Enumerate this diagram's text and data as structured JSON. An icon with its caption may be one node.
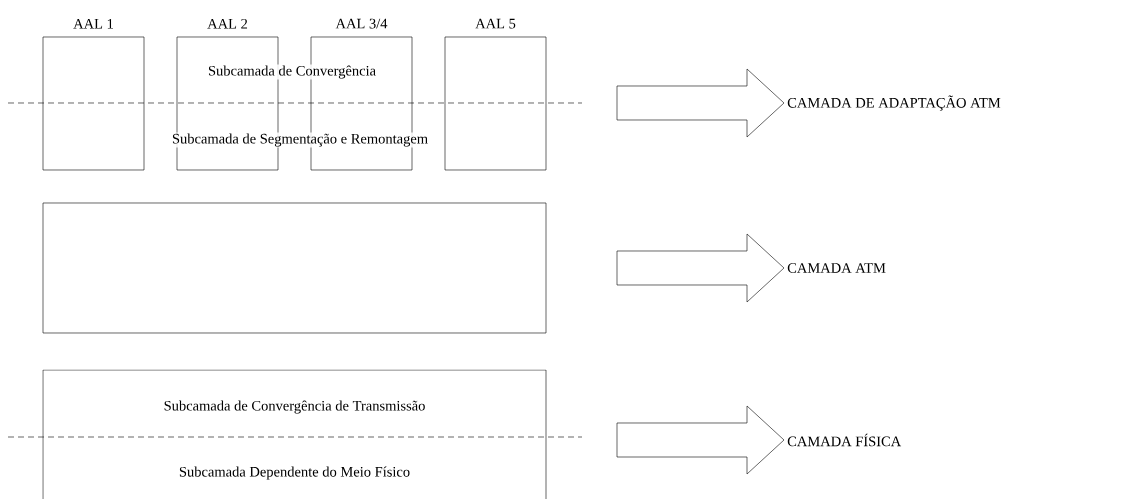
{
  "diagram": {
    "nodes": [
      {
        "text": [
          "AAL 1"
        ]
      },
      {
        "text": [
          "AAL 2"
        ]
      },
      {
        "text": [
          "AAL 3/4"
        ]
      },
      {
        "text": [
          "AAL 5"
        ]
      },
      {
        "text": [
          "CAMADA DE ADAPTAÇÃO ATM"
        ]
      },
      {
        "text": [],
        "shape": "box"
      },
      {
        "text": [
          "CAMADA ATM"
        ]
      },
      {
        "text": [
          "Subcamada de Convergência de Transmissão",
          "Subcamada Dependente do Meio Físico"
        ]
      },
      {
        "text": [
          "CAMADA FÍSICA"
        ]
      }
    ],
    "edges": [
      {
        "from": null,
        "to": 4,
        "arrow": "to"
      },
      {
        "from": null,
        "to": 6,
        "arrow": "to"
      },
      {
        "from": null,
        "to": 8,
        "arrow": "to"
      }
    ],
    "labels": [
      "Subcamada de Convergência",
      "Subcamada de Segmentação e Remontagem"
    ]
  }
}
